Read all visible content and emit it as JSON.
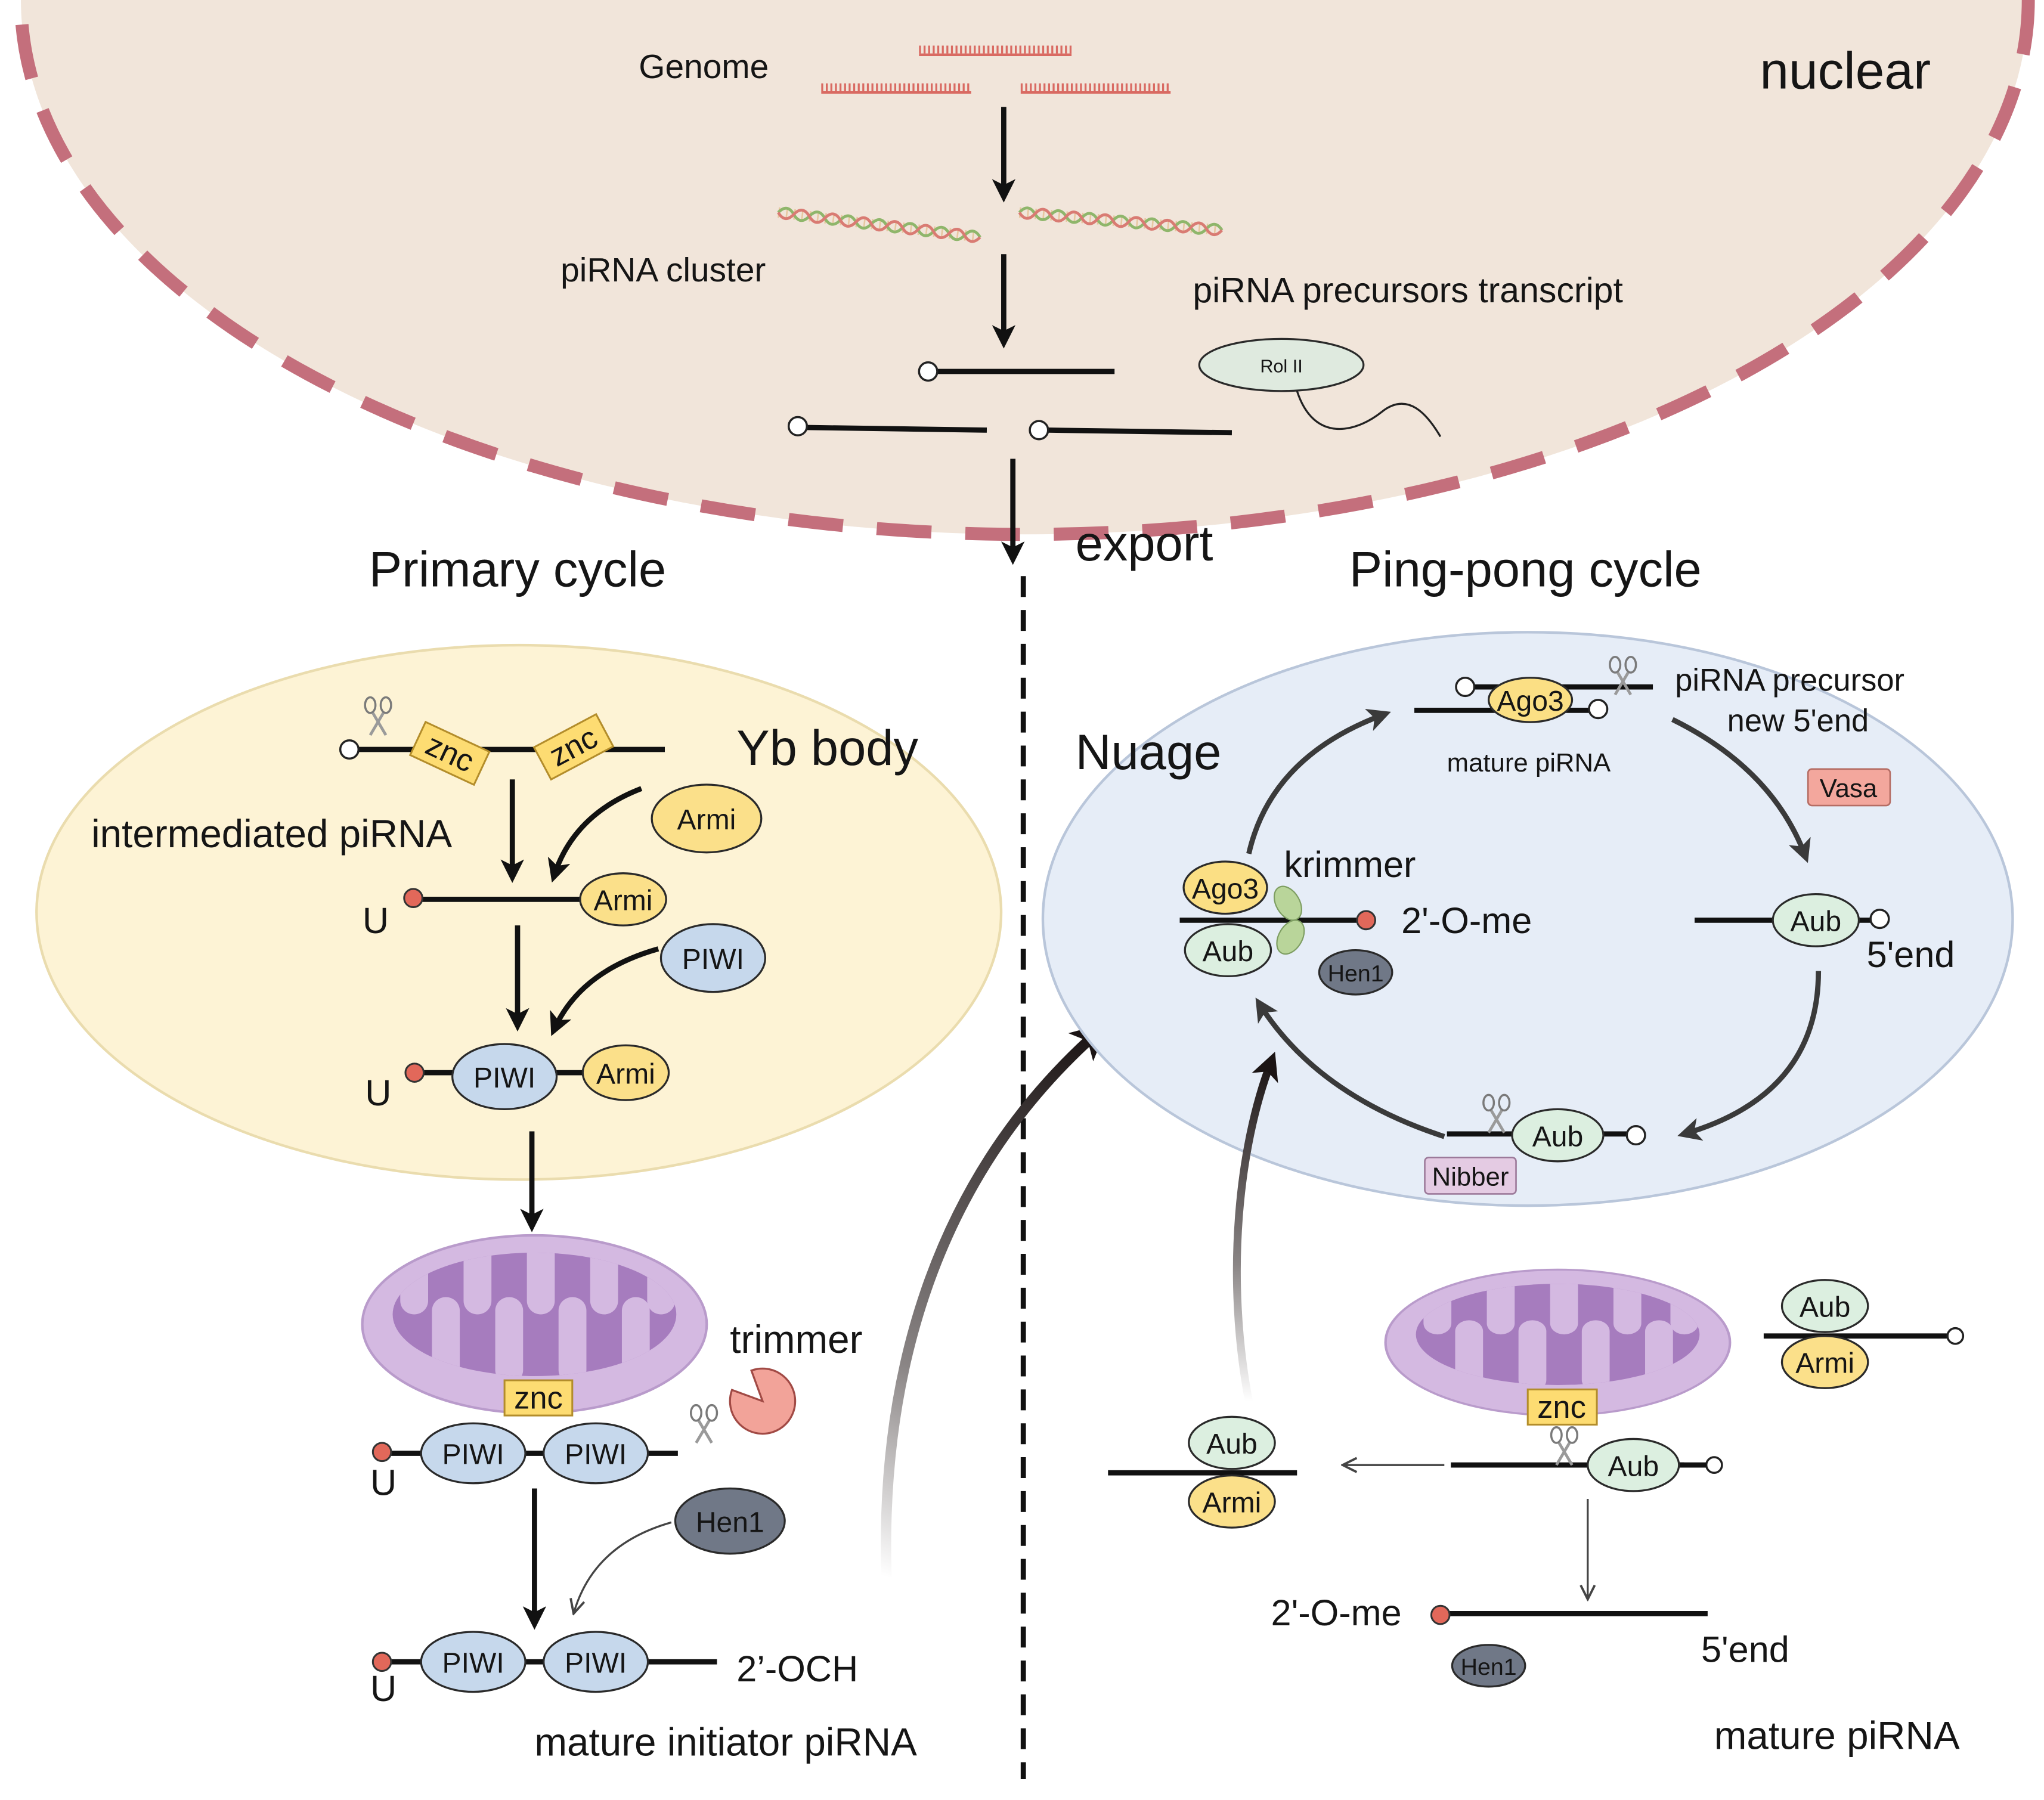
{
  "nucleus": {
    "label": "nuclear",
    "genome_label": "Genome",
    "cluster_label": "piRNA cluster",
    "transcript_label": "piRNA precursors transcript",
    "polymerase_label": "Rol II"
  },
  "export_label": "export",
  "primary_cycle": {
    "title": "Primary cycle",
    "compartment_label": "Yb body",
    "intermediate_label": "intermediated piRNA",
    "znc_label": "znc",
    "armi_label": "Armi",
    "piwi_label": "PIWI",
    "uridine_label": "U",
    "trimmer_label": "trimmer",
    "hen1_label": "Hen1",
    "modification_label": "2’-OCH",
    "product_label": "mature initiator piRNA"
  },
  "pingpong_cycle": {
    "title": "Ping-pong cycle",
    "compartment_label": "Nuage",
    "ago3_label": "Ago3",
    "aub_label": "Aub",
    "armi_label": "Armi",
    "znc_label": "znc",
    "precursor_label": "piRNA precursor",
    "new_end_label": "new 5'end",
    "complex_label": "mature piRNA",
    "vasa_label": "Vasa",
    "krimmer_label": "krimmer",
    "methyl_label": "2'-O-me",
    "hen1_label": "Hen1",
    "five_prime_label": "5'end",
    "nibber_label": "Nibber",
    "product_label": "mature piRNA"
  },
  "colors": {
    "nucleus": "#f1e5da",
    "envelope": "#c46f7c",
    "yb-body": "#fdf3d5",
    "nuage": "#e6edf7",
    "armi": "#fbe08a",
    "piwi": "#c6d8ec",
    "aub": "#dcefe0",
    "ago3": "#fbdf84",
    "hen1": "#707887",
    "znc": "#fddc72",
    "methyl": "#e2685a",
    "vasa": "#f3a79d",
    "nibber": "#e4cbe3",
    "trimmer": "#f2a399",
    "krimmer": "#b9d59a"
  }
}
